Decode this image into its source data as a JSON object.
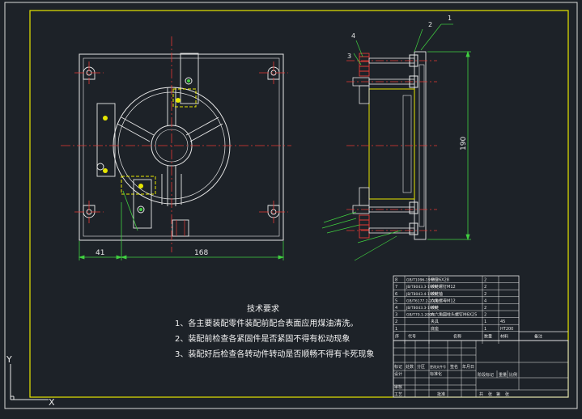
{
  "dimensions": {
    "width_41": "41",
    "width_168": "168",
    "height_190": "190"
  },
  "balloons": [
    "1",
    "2",
    "3",
    "4"
  ],
  "tech_requirements": {
    "title": "技术要求",
    "items": [
      "1、各主要装配零件装配前配合表面应用煤油清洗。",
      "2、装配前检查各紧固件是否紧固不得有松动现象",
      "3、装配好后检查各转动件转动是否顺畅不得有卡死现象"
    ]
  },
  "bom": {
    "rows": [
      [
        "8",
        "GB/T1096-1998",
        "平键6X28",
        "2"
      ],
      [
        "7",
        "JB/T8043.3-1999",
        "铰链螺钉M12",
        "2"
      ],
      [
        "6",
        "JB/T8043.4-1999",
        "铰链轴",
        "2"
      ],
      [
        "5",
        "GB/T6177.2-2000",
        "六角螺母M12",
        "4"
      ],
      [
        "4",
        "JB/T8043.3-1999",
        "铰链",
        "2"
      ],
      [
        "3",
        "GB/T70.1-2000",
        "内六角圆柱头螺钉M6X25",
        "2"
      ],
      [
        "2",
        "",
        "夹具",
        "1",
        "45"
      ],
      [
        "1",
        "",
        "底座",
        "1",
        "HT200"
      ]
    ],
    "header": [
      "序",
      "代号",
      "名称",
      "数量",
      "材料",
      "备注"
    ]
  },
  "title_block": {
    "labels": [
      "标记",
      "处数",
      "分区",
      "更改文件号",
      "签名",
      "年月日"
    ],
    "labels2": [
      "设计",
      "标准化"
    ],
    "labels3": [
      "审核"
    ],
    "labels4": [
      "工艺",
      "批准"
    ],
    "stage": [
      "阶段标记",
      "重量",
      "比例"
    ],
    "sheet": [
      "共",
      "张",
      "第",
      "张"
    ]
  },
  "ucs": {
    "y_label": "Y",
    "x_label": "X"
  }
}
